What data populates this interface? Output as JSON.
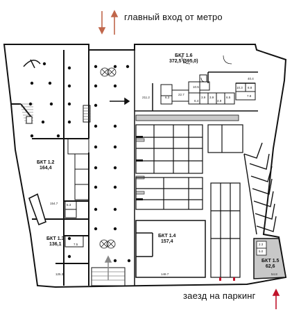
{
  "captions": {
    "entrance": "главный вход от метро",
    "parking": "заезд на паркинг"
  },
  "tenants": [
    {
      "name": "БКТ 1.6",
      "area": "372,5 (595,0)"
    },
    {
      "name": "БКТ 1.2",
      "area": "164,4"
    },
    {
      "name": "БКТ 1.3",
      "area": "136,1"
    },
    {
      "name": "БКТ 1.4",
      "area": "157,4"
    },
    {
      "name": "БКТ 1.5",
      "area": "62,6"
    }
  ],
  "room_labels": {
    "r404": "40.4",
    "r103": "10.3",
    "r88": "8.8",
    "r78": "7.8",
    "r227": "22.7",
    "r2112": "211.2",
    "r63a": "6.3",
    "r105": "10.5",
    "r39a": "3.9",
    "r39b": "3.9",
    "r65": "6.5",
    "r64": "6.4",
    "r49": "4.9",
    "r1547": "154.7",
    "r63b": "6.3",
    "r75": "7.5",
    "r1253": "125.3",
    "r1487": "148.7",
    "r23": "2.3",
    "r50": "5.0",
    "r548": "54.8"
  },
  "colors": {
    "entrance_arrow": "#c0664a",
    "parking_arrow": "#c0132a",
    "walls": "#111111",
    "grey_area": "#c8c8c8"
  }
}
